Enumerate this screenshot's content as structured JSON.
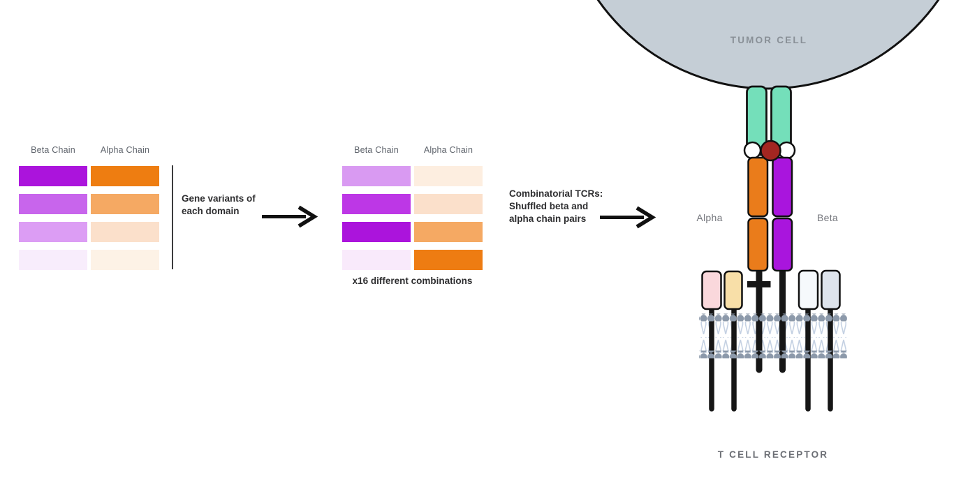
{
  "left_panel": {
    "beta_header": "Beta Chain",
    "alpha_header": "Alpha Chain",
    "beta_colors": [
      "#ab14dc",
      "#c865ec",
      "#dc9df4",
      "#f8edfc"
    ],
    "alpha_colors": [
      "#ee7d11",
      "#f5a963",
      "#fbe0cb",
      "#fdf2e6"
    ]
  },
  "annotations": {
    "step1_line1": "Gene variants of",
    "step1_line2": "each domain",
    "step2_line1": "Combinatorial TCRs:",
    "step2_line2": "Shuffled beta and",
    "step2_line3": "alpha chain pairs"
  },
  "middle_panel": {
    "beta_header": "Beta Chain",
    "alpha_header": "Alpha Chain",
    "beta_colors": [
      "#d99af2",
      "#bd37e6",
      "#ab14dc",
      "#f9eafb"
    ],
    "alpha_colors": [
      "#fdeee0",
      "#fbe0cb",
      "#f5a963",
      "#ee7c12"
    ],
    "caption": "x16 different combinations"
  },
  "tcr": {
    "tumor_label": "TUMOR CELL",
    "receptor_label": "T CELL RECEPTOR",
    "alpha_label": "Alpha",
    "beta_label": "Beta",
    "colors": {
      "tumor_fill": "#c5ced6",
      "mhc_teal": "#74dfba",
      "antigen_red": "#a32621",
      "alpha_orange": "#ea7c1b",
      "beta_purple": "#a915dd",
      "cd3_pink": "#fad8dc",
      "cd3_tan": "#f8dfa8",
      "cd3_white": "#f6f9fc",
      "cd3_gray": "#dee4ec",
      "membrane_head": "#8c99aa",
      "membrane_tail": "#c3d0e2",
      "stalk_black": "#161616",
      "arrow_black": "#111111"
    }
  }
}
